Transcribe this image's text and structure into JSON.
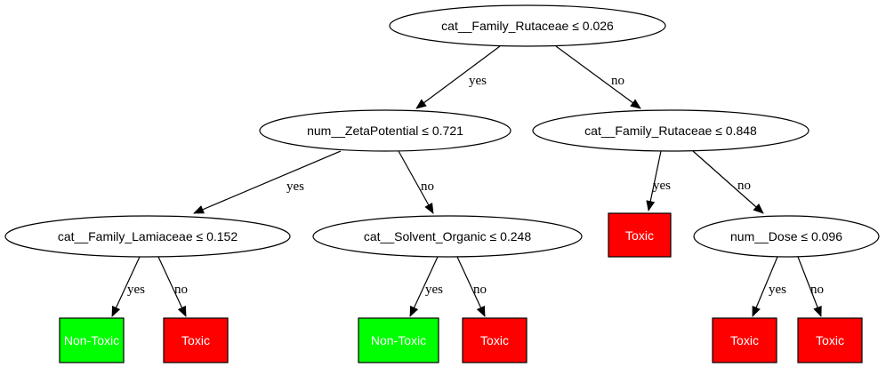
{
  "colors": {
    "toxic": "#ff0000",
    "non_toxic": "#00ff00",
    "stroke": "#000000",
    "background": "#ffffff"
  },
  "nodes": {
    "root": "cat__Family_Rutaceae ≤ 0.026",
    "zeta": "num__ZetaPotential ≤ 0.721",
    "rutaceae2": "cat__Family_Rutaceae ≤ 0.848",
    "lamiaceae": "cat__Family_Lamiaceae ≤ 0.152",
    "solvent": "cat__Solvent_Organic ≤ 0.248",
    "dose": "num__Dose ≤ 0.096"
  },
  "leaves": {
    "leaf1": "Non-Toxic",
    "leaf2": "Toxic",
    "leaf3": "Non-Toxic",
    "leaf4": "Toxic",
    "leaf5": "Toxic",
    "leaf6": "Toxic",
    "leaf7": "Toxic"
  },
  "edges": {
    "yes": "yes",
    "no": "no"
  }
}
